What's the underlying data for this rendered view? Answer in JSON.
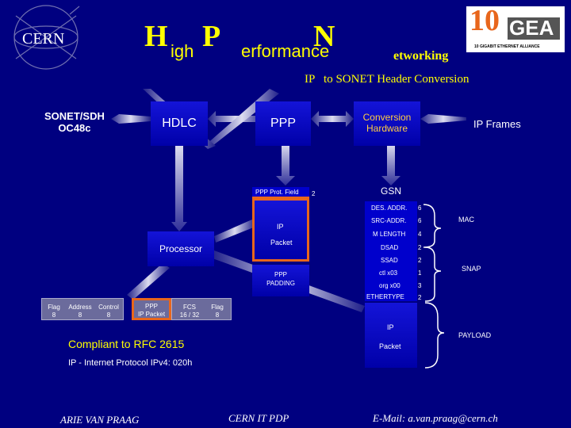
{
  "header": {
    "logo": "CERN",
    "title_h": "H",
    "title_igh": "igh",
    "title_p": "P",
    "title_erformance": "erformance",
    "title_n": "N",
    "title_etworking": "etworking",
    "gea_logo_number": "10",
    "gea_logo_text": "GEA",
    "gea_subtitle": "10 GIGABIT ETHERNET ALLIANCE",
    "subtitle": "IP   to SONET Header Conversion"
  },
  "blocks": {
    "sonet_line1": "SONET/SDH",
    "sonet_line2": "OC48c",
    "hdlc": "HDLC",
    "ppp": "PPP",
    "conversion_line1": "Conversion",
    "conversion_line2": "Hardware",
    "ip_frames": "IP Frames",
    "gsn": "GSN",
    "processor": "Processor"
  },
  "ppp_packet": {
    "prot_field": "PPP Prot. Field",
    "prot_field_size": "2",
    "ip": "IP",
    "packet": "Packet",
    "padding_line1": "PPP",
    "padding_line2": "PADDING"
  },
  "hdlc_frame": {
    "fields": [
      {
        "label": "Flag",
        "size": "8"
      },
      {
        "label": "Address",
        "size": "8"
      },
      {
        "label": "Control",
        "size": "8"
      },
      {
        "label": "PPP",
        "size": "IP Packet"
      },
      {
        "label": "FCS",
        "size": "16 / 32"
      },
      {
        "label": "Flag",
        "size": "8"
      }
    ]
  },
  "ethernet_frame": {
    "rows": [
      {
        "label": "DES. ADDR.",
        "size": "6"
      },
      {
        "label": "SRC-ADDR.",
        "size": "6"
      },
      {
        "label": "M LENGTH",
        "size": "4"
      },
      {
        "label": "DSAD",
        "size": "2"
      },
      {
        "label": "SSAD",
        "size": "2"
      },
      {
        "label": "ctl x03",
        "size": "1"
      },
      {
        "label": "org x00",
        "size": "3"
      },
      {
        "label": "ETHERTYPE",
        "size": "2"
      }
    ],
    "ip": "IP",
    "packet": "Packet",
    "groups": {
      "mac": "MAC",
      "snap": "SNAP",
      "payload": "PAYLOAD"
    }
  },
  "notes": {
    "compliant": "Compliant to RFC  2615",
    "ip_note": "IP - Internet Protocol IPv4:  020h"
  },
  "footer": {
    "author": "ARIE  VAN  PRAAG",
    "dept": "CERN  IT  PDP",
    "email": "E-Mail:  a.van.praag@cern.ch"
  },
  "colors": {
    "background": "#000080",
    "block_fill": "#0000cc",
    "accent_orange": "#e8661c",
    "arrow_fill": "#c6c6e0",
    "hdlc_field_fill": "#6b6b9c",
    "text": "#ffffff",
    "title_yellow": "#ffff00"
  }
}
